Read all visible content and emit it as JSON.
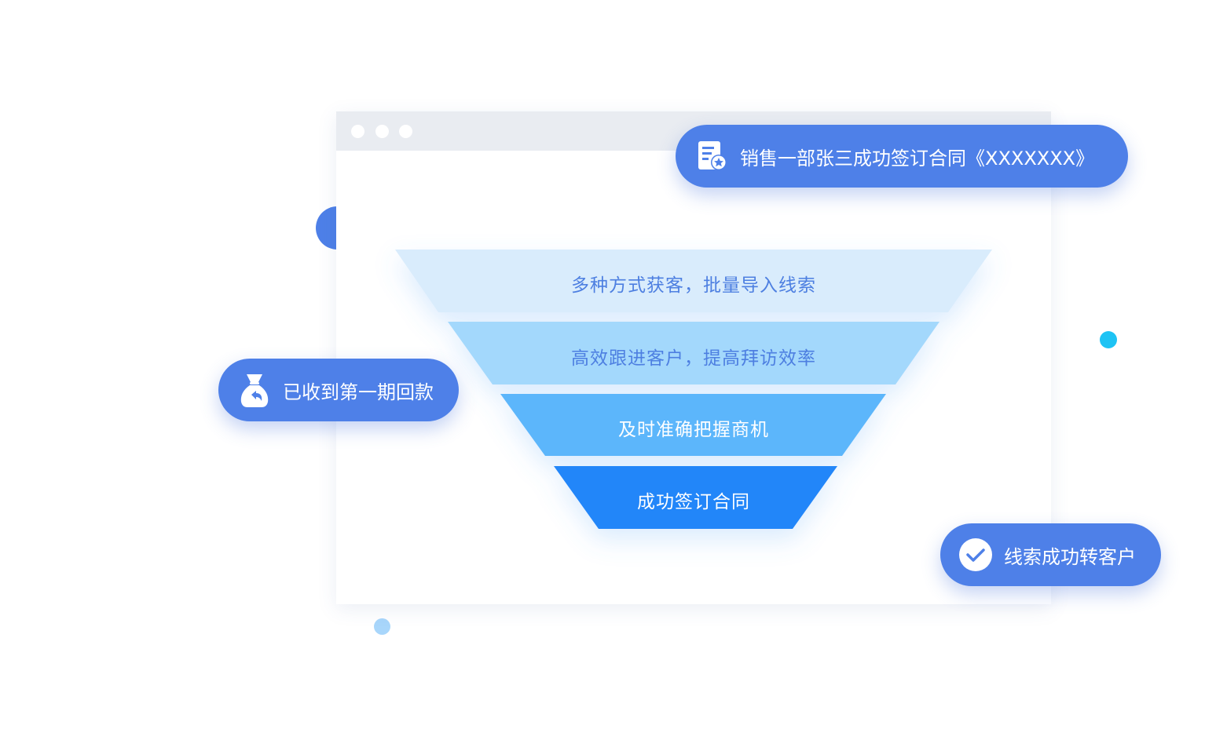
{
  "funnel": {
    "stages": [
      {
        "label": "多种方式获客，批量导入线索"
      },
      {
        "label": "高效跟进客户，提高拜访效率"
      },
      {
        "label": "及时准确把握商机"
      },
      {
        "label": "成功签订合同"
      }
    ],
    "colors": [
      "#d9ecfc",
      "#a3d8fc",
      "#5cb6fb",
      "#2086f9"
    ],
    "label_colors": [
      "#4d7fe1",
      "#4d7fe1",
      "#ffffff",
      "#ffffff"
    ]
  },
  "notifications": {
    "contract": {
      "text": "销售一部张三成功签订合同《XXXXXXX》",
      "icon": "document-star-icon"
    },
    "payment": {
      "text": "已收到第一期回款",
      "icon": "money-bag-icon"
    },
    "convert": {
      "text": "线索成功转客户",
      "icon": "check-circle-icon"
    }
  },
  "colors": {
    "accent": "#4e80e8",
    "window_bar": "#e9ecf1",
    "deco_blue": "#4e80e8",
    "deco_cyan": "#1ec3f4",
    "deco_light": "#a8d6fb"
  }
}
